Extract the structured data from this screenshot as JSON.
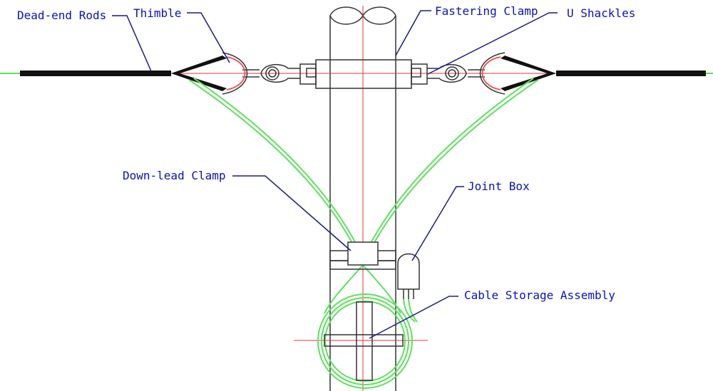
{
  "labels": {
    "dead_end_rods": "Dead-end Rods",
    "thimble": "Thimble",
    "fastening_clamp": "Fastering Clamp",
    "u_shackles": "U Shackles",
    "down_lead_clamp": "Down-lead Clamp",
    "joint_box": "Joint Box",
    "cable_storage": "Cable Storage Assembly"
  },
  "colors": {
    "label_text": "#0a12b8",
    "leader_line": "#1a1a80",
    "cable": "#5fe05f",
    "centerline": "#e03a3a",
    "structure": "#333333",
    "rod": "#111111"
  }
}
